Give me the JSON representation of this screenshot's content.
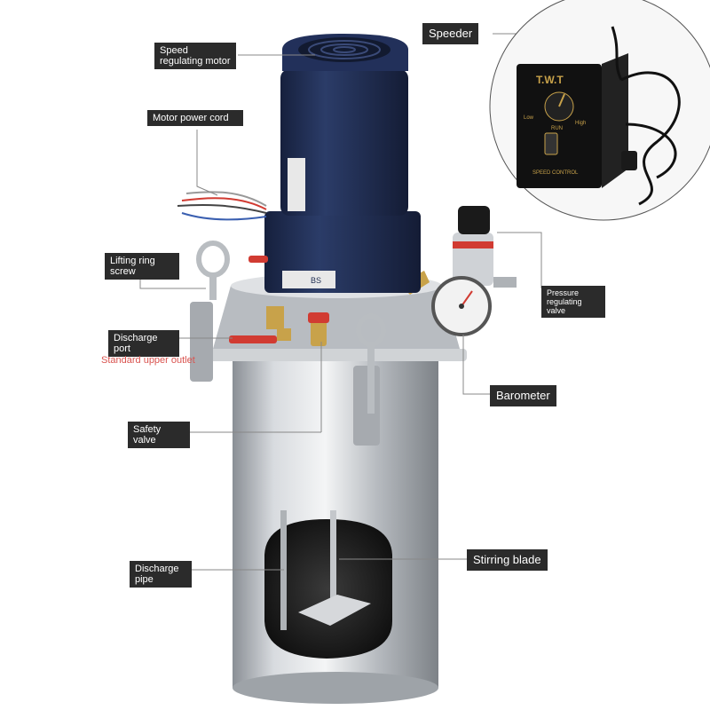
{
  "labels": {
    "speed_motor": "Speed regulating motor",
    "motor_cord": "Motor power cord",
    "lifting_screw": "Lifting ring screw",
    "discharge_port": "Discharge port",
    "upper_outlet": "Standard upper outlet",
    "safety_valve": "Safety valve",
    "discharge_pipe": "Discharge pipe",
    "speeder": "Speeder",
    "pressure_valve": "Pressure regulating valve",
    "barometer": "Barometer",
    "stirring_blade": "Stirring blade"
  },
  "controller": {
    "brand": "T.W.T",
    "dial_low": "Low",
    "dial_high": "High",
    "dial_run": "RUN",
    "panel_text": "SPEED CONTROL"
  },
  "motor_badge": "BS",
  "colors": {
    "label_bg": "#2b2b2b",
    "motor_blue": "#1f2d52",
    "steel": "#c9ccd0",
    "red_accent": "#d9534f",
    "brass": "#c8a24a"
  }
}
